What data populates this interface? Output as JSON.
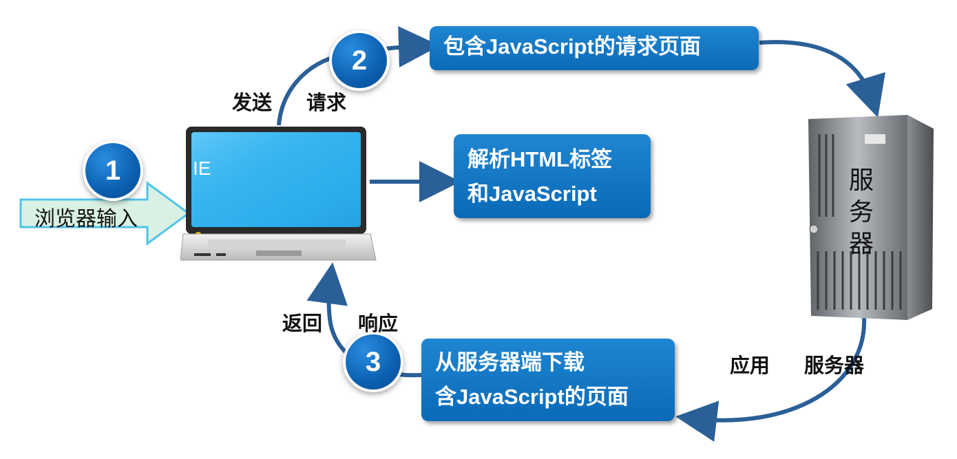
{
  "diagram": {
    "browser_input_label": "浏览器输入",
    "browser_name": "IE",
    "step1_number": "1",
    "step2_number": "2",
    "step3_number": "3",
    "send_label": "发送",
    "request_label": "请求",
    "request_box": "包含JavaScript的请求页面",
    "parse_box_line1": "解析HTML标签",
    "parse_box_line2": "和JavaScript",
    "server_label_vertical": [
      "服",
      "务",
      "器"
    ],
    "app_label": "应用",
    "server_label": "服务器",
    "download_box_line1": "从服务器端下载",
    "download_box_line2": "含JavaScript的页面",
    "return_label": "返回",
    "response_label": "响应"
  },
  "colors": {
    "arrow": "#2b5f97",
    "box_blue": "#0f72bf",
    "input_arrow_fill": "#d9f1e4",
    "input_arrow_border": "#4fc3e8"
  }
}
